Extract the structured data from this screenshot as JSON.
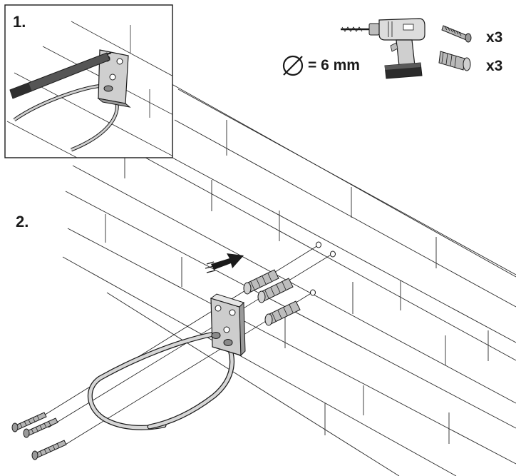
{
  "steps": {
    "step1_label": "1.",
    "step2_label": "2."
  },
  "requirements": {
    "drill_bit": "= 6 mm",
    "screws_qty": "x3",
    "plugs_qty": "x3"
  },
  "icons": [
    "diameter-icon",
    "drill-icon",
    "screw-icon",
    "wall-plug-icon",
    "direction-arrow-icon"
  ],
  "colors": {
    "line": "#1a1a1a",
    "metal": "#c9c9c9",
    "metal_dark": "#8a8a8a",
    "plug": "#b5b5b5"
  }
}
